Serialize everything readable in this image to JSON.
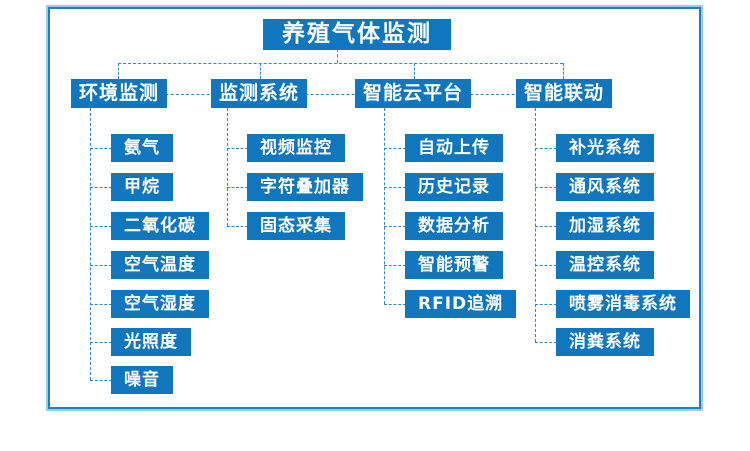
{
  "palette": {
    "node_blue": "#1076bd",
    "line_blue": "#2e87c8",
    "frame_blue": "#1e7ec3",
    "frame_light": "#9ccae9"
  },
  "title": "养殖气体监测",
  "tree": {
    "columns": [
      {
        "label": "环境监测",
        "children": [
          "氨气",
          "甲烷",
          "二氧化碳",
          "空气温度",
          "空气湿度",
          "光照度",
          "噪音"
        ]
      },
      {
        "label": "监测系统",
        "children": [
          "视频监控",
          "字符叠加器",
          "固态采集"
        ]
      },
      {
        "label": "智能云平台",
        "children": [
          "自动上传",
          "历史记录",
          "数据分析",
          "智能预警",
          "RFID追溯"
        ]
      },
      {
        "label": "智能联动",
        "children": [
          "补光系统",
          "通风系统",
          "加湿系统",
          "温控系统",
          "喷雾消毒系统",
          "消粪系统"
        ]
      }
    ]
  }
}
